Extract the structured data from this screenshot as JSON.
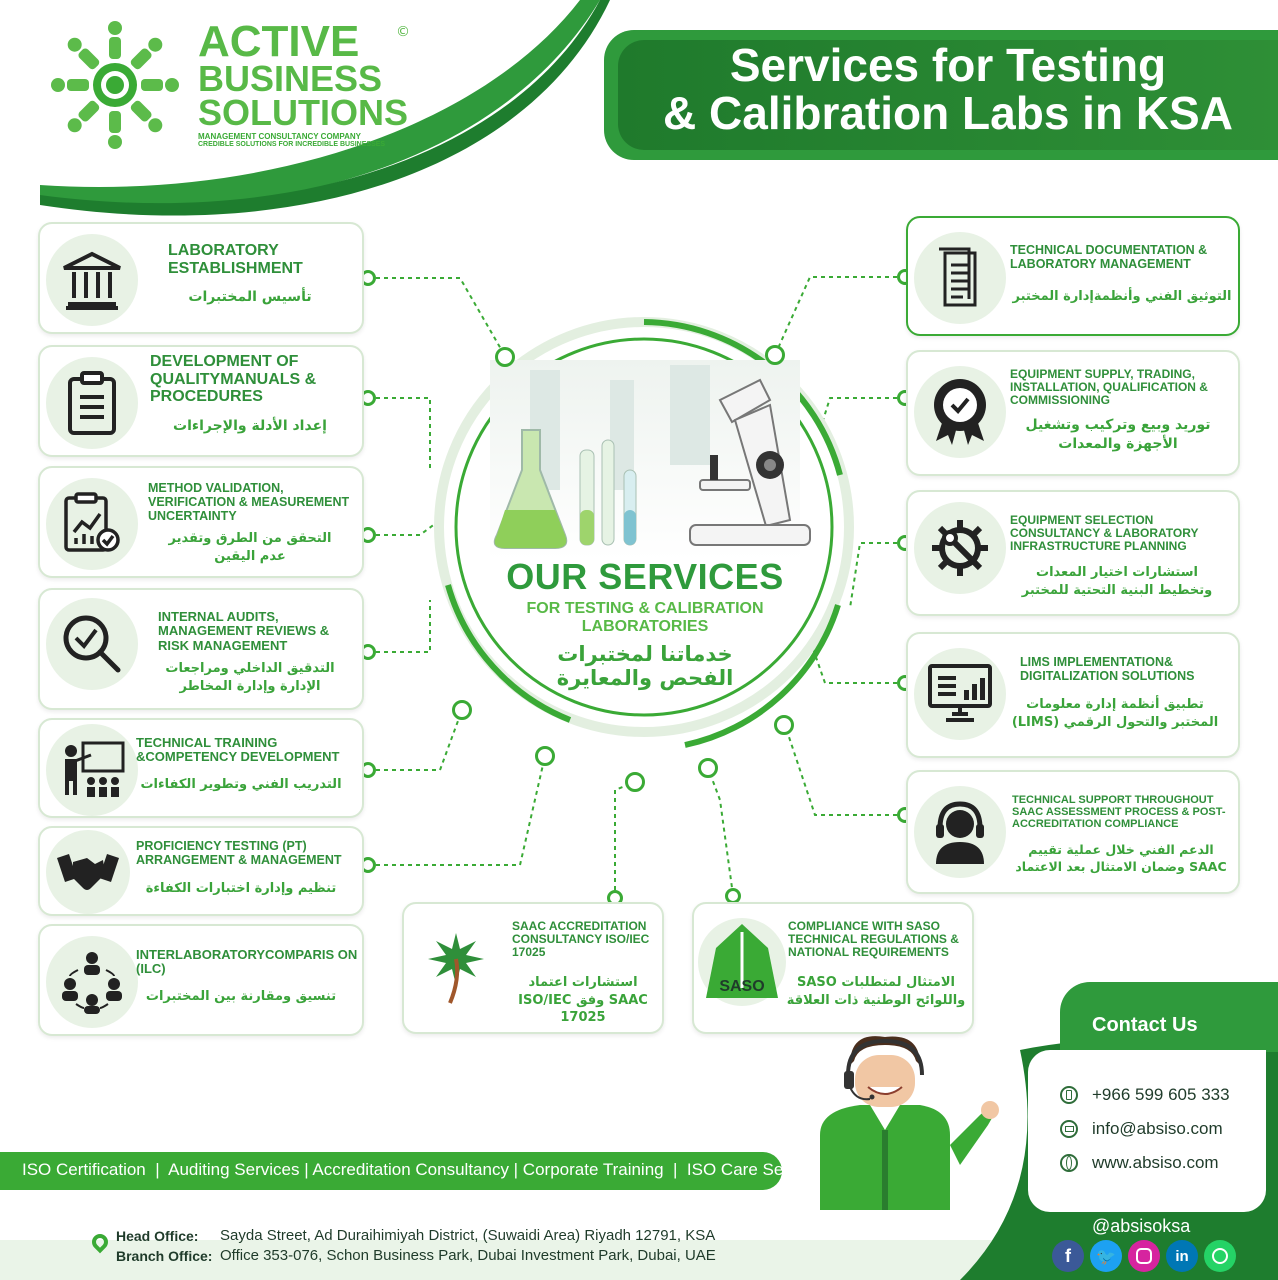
{
  "brand": {
    "name_line1": "ACTIVE",
    "name_line2": "BUSINESS",
    "name_line3": "SOLUTIONS",
    "copyright": "©",
    "tagline1": "MANAGEMENT CONSULTANCY COMPANY",
    "tagline2": "CREDIBLE SOLUTIONS FOR INCREDIBLE BUSINESSES"
  },
  "header": {
    "title_line1": "Services for Testing",
    "title_line2": "& Calibration Labs in KSA"
  },
  "center": {
    "heading": "OUR SERVICES",
    "sub1": "FOR TESTING & CALIBRATION",
    "sub2": "LABORATORIES",
    "ar1": "خدماتنا لمختبرات",
    "ar2": "الفحص والمعايرة"
  },
  "left_cards": [
    {
      "icon": "building-icon",
      "title": "LABORATORY ESTABLISHMENT",
      "ar": "تأسيس المختبرات"
    },
    {
      "icon": "clipboard-icon",
      "title": "DEVELOPMENT OF QUALITYMANUALS & PROCEDURES",
      "ar": "إعداد الأدلة والإجراءات"
    },
    {
      "icon": "chart-check-icon",
      "title": "METHOD VALIDATION, VERIFICATION & MEASUREMENT UNCERTAINTY",
      "ar": "التحقق من الطرق وتقدير عدم اليقين"
    },
    {
      "icon": "magnifier-check-icon",
      "title": "INTERNAL AUDITS, MANAGEMENT REVIEWS & RISK MANAGEMENT",
      "ar": "التدقيق الداخلي ومراجعات الإدارة وإدارة المخاطر"
    },
    {
      "icon": "training-icon",
      "title": "TECHNICAL TRAINING &COMPETENCY DEVELOPMENT",
      "ar": "التدريب الفني وتطوير الكفاءات"
    },
    {
      "icon": "handshake-icon",
      "title": "PROFICIENCY TESTING (PT) ARRANGEMENT & MANAGEMENT",
      "ar": "تنظيم وإدارة اختبارات الكفاءة"
    },
    {
      "icon": "people-network-icon",
      "title": "INTERLABORATORYCOMPARIS ON (ILC)",
      "ar": "تنسيق ومقارنة بين المختبرات"
    }
  ],
  "right_cards": [
    {
      "icon": "document-icon",
      "title": "TECHNICAL DOCUMENTATION & LABORATORY MANAGEMENT",
      "ar": "التوثيق الفني وأنظمةإدارة المختبر"
    },
    {
      "icon": "badge-check-icon",
      "title": "EQUIPMENT SUPPLY, TRADING, INSTALLATION, QUALIFICATION & COMMISSIONING",
      "ar": "توريد وبيع وتركيب وتشغيل الأجهزة والمعدات"
    },
    {
      "icon": "gear-wrench-icon",
      "title": "EQUIPMENT SELECTION CONSULTANCY & LABORATORY INFRASTRUCTURE PLANNING",
      "ar": "استشارات اختيار المعدات وتخطيط البنية التحتية للمختبر"
    },
    {
      "icon": "monitor-chart-icon",
      "title": "LIMS IMPLEMENTATION& DIGITALIZATION SOLUTIONS",
      "ar": "تطبيق أنظمة إدارة معلومات المختبر والتحول الرقمي (LIMS)"
    },
    {
      "icon": "headset-icon",
      "title": "TECHNICAL SUPPORT THROUGHOUT SAAC ASSESSMENT PROCESS & POST-ACCREDITATION COMPLIANCE",
      "ar": "الدعم الفني خلال عملية تقييم SAAC وضمان الامتثال بعد الاعتماد"
    }
  ],
  "bottom_cards": [
    {
      "icon": "saac-logo-icon",
      "title": "SAAC ACCREDITATION CONSULTANCY ISO/IEC 17025",
      "ar": "استشارات اعتماد SAAC وفق ISO/IEC 17025"
    },
    {
      "icon": "saso-logo-icon",
      "logo_text": "SASO",
      "title": "COMPLIANCE WITH SASO TECHNICAL REGULATIONS & NATIONAL REQUIREMENTS",
      "ar": "الامتثال لمتطلبات SASO واللوائح الوطنية ذات العلاقة"
    }
  ],
  "services_bar": {
    "text": "ISO Certification  |  Auditing Services | Accreditation Consultancy | Corporate Training  |  ISO Care Services"
  },
  "contact": {
    "heading": "Contact Us",
    "phone": "+966 599 605 333",
    "email": "info@absiso.com",
    "website": "www.absiso.com",
    "handle": "@absisoksa"
  },
  "offices": {
    "head_label": "Head Office:",
    "head_address": "Sayda Street, Ad Duraihimiyah District, (Suwaidi Area) Riyadh 12791, KSA",
    "branch_label": "Branch Office:",
    "branch_address": "Office 353-076, Schon Business Park, Dubai Investment Park, Dubai, UAE"
  },
  "social": [
    "facebook-icon",
    "twitter-icon",
    "instagram-icon",
    "linkedin-icon",
    "whatsapp-icon"
  ],
  "colors": {
    "primary_green": "#3aaa35",
    "dark_green": "#1e7d2e",
    "light_green": "#e8f2e5"
  }
}
